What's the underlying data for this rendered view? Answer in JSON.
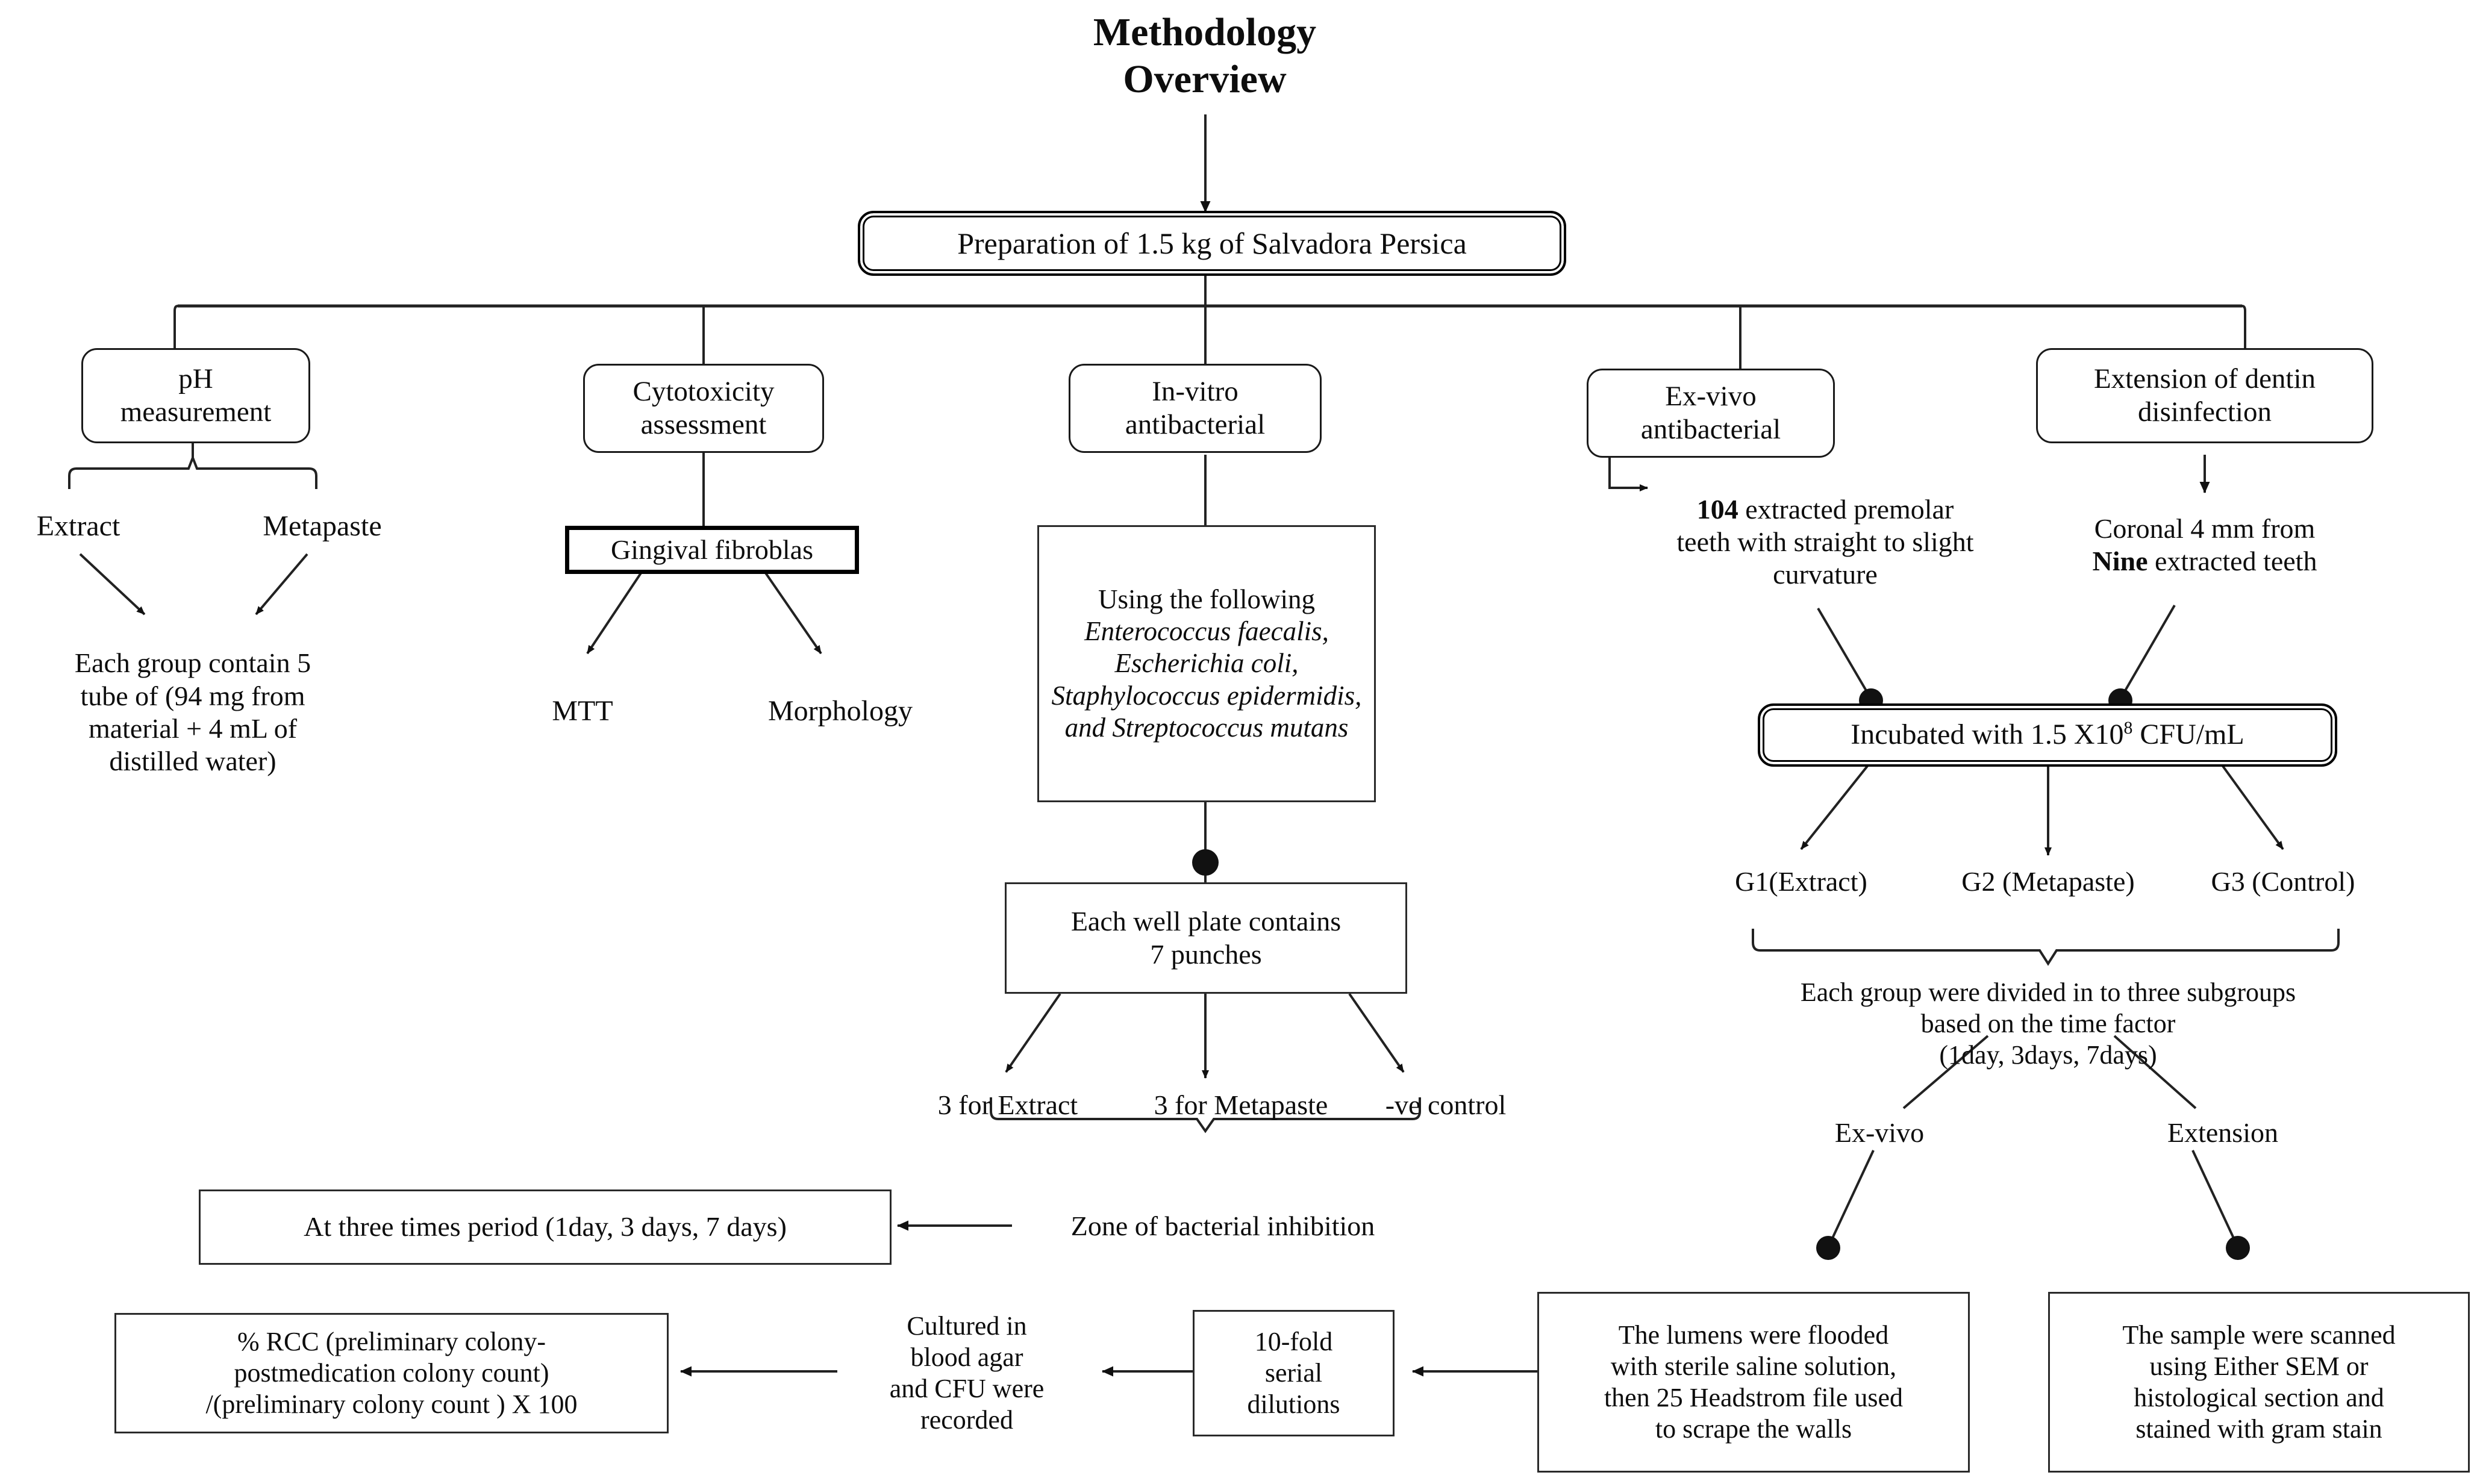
{
  "diagram": {
    "title": "Methodology\nOverview",
    "title_line1": "Methodology",
    "title_line2": "Overview",
    "root": "Preparation of 1.5 kg of Salvadora Persica",
    "branches": {
      "ph": {
        "label_line1": "pH",
        "label_line2": "measurement",
        "left_child": "Extract",
        "right_child": "Metapaste",
        "result": "Each group contain 5 tube of (94 mg from material + 4 mL of distilled water)",
        "result_lines": [
          "Each group contain 5",
          "tube of (94 mg from",
          "material + 4 mL of",
          "distilled water)"
        ]
      },
      "cytotoxicity": {
        "label_line1": "Cytotoxicity",
        "label_line2": "assessment",
        "cell": "Gingival fibroblas",
        "left_child": "MTT",
        "right_child": "Morphology"
      },
      "invitro": {
        "label_line1": "In-vitro",
        "label_line2": "antibacterial",
        "organisms_prefix": "Using the following",
        "organisms": "Enterococcus faecalis, Escherichia coli, Staphylococcus epidermidis, and Streptococcus mutans",
        "well_plate_line1": "Each well plate contains",
        "well_plate_line2": "7 punches",
        "split": [
          "3 for Extract",
          "3 for Metapaste",
          "-ve control"
        ],
        "zone": "Zone of bacterial inhibition",
        "times": "At three times period (1day, 3 days, 7 days)"
      },
      "exvivo": {
        "label_line1": "Ex-vivo",
        "label_line2": "antibacterial",
        "teeth_bold": "104",
        "teeth_rest": " extracted premolar teeth with straight to slight curvature",
        "teeth_lines": [
          "104 extracted premolar",
          "teeth with straight to slight",
          "curvature"
        ]
      },
      "dentin": {
        "label_line1": "Extension of dentin",
        "label_line2": "disinfection",
        "coronal_line1": "Coronal 4 mm from",
        "coronal_bold": "Nine",
        "coronal_rest": " extracted teeth"
      },
      "incubation": {
        "prefix": "Incubated with 1.5 X10",
        "exponent": "8",
        "suffix": " CFU/mL",
        "groups": [
          "G1(Extract)",
          "G2 (Metapaste)",
          "G3 (Control)"
        ],
        "subgroups_lines": [
          "Each group were divided in to three subgroups",
          "based on the time factor",
          "(1day, 3days, 7days)"
        ],
        "arm_left": "Ex-vivo",
        "arm_right": "Extension",
        "exvivo_outcome_lines": [
          "The lumens were flooded",
          "with sterile saline solution,",
          "then 25 Headstrom file used",
          "to scrape the walls"
        ],
        "extension_outcome_lines": [
          "The sample were scanned",
          "using Either SEM or",
          "histological section and",
          "stained with gram stain"
        ]
      },
      "cfu_chain": {
        "dilutions_lines": [
          "10-fold",
          "serial",
          "dilutions"
        ],
        "cultured_lines": [
          "Cultured in",
          "blood agar",
          "and CFU were",
          "recorded"
        ],
        "rcc_lines": [
          "% RCC (preliminary colony-",
          "postmedication colony count)",
          "/(preliminary colony count ) X 100"
        ]
      }
    },
    "colors": {
      "ink": "#0d0d0d",
      "line": "#2a2a2a",
      "paper": "#ffffff"
    }
  }
}
